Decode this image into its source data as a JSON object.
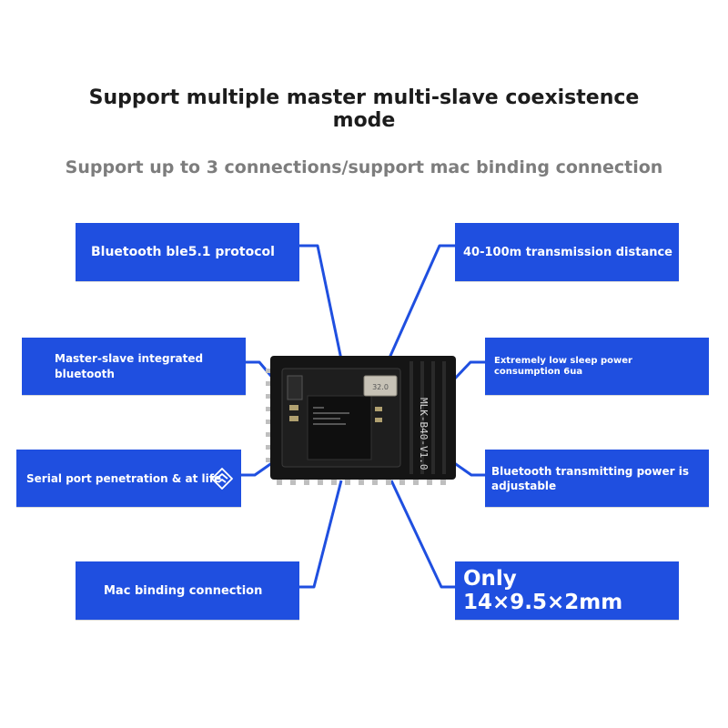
{
  "headline": "Support multiple master multi-slave coexistence mode",
  "subheadline": "Support up to 3 connections/support mac binding connection",
  "callouts": {
    "protocol": "Bluetooth ble5.1 protocol",
    "distance": "40-100m transmission distance",
    "master_slave": "Master-slave integrated bluetooth",
    "sleep_power": "Extremely low sleep power consumption 6ua",
    "serial": "Serial port penetration & at life",
    "tx_power": "Bluetooth transmitting power is adjustable",
    "mac_binding": "Mac binding connection",
    "size": "Only 14×9.5×2mm"
  },
  "module": {
    "silkscreen": "MLK-B40-V1.0",
    "crystal": "32.0"
  },
  "colors": {
    "callout_bg": "#1f4fe0",
    "connector_line": "#1f4fe0",
    "pcb": "#151515",
    "headline": "#1c1c1c",
    "subheadline": "#7d7d7d"
  },
  "icons": [
    "cube-outline-icon"
  ]
}
